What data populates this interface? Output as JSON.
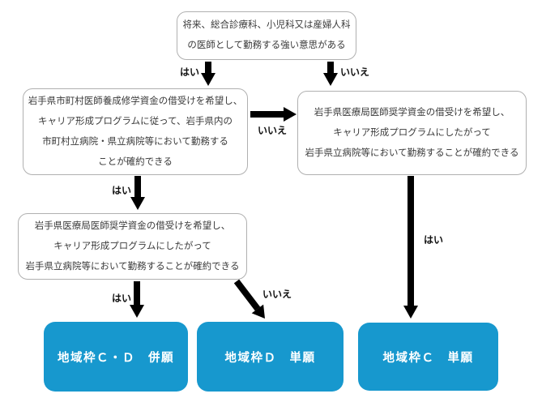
{
  "diagram": {
    "nodes": {
      "top_question": {
        "lines": [
          "将来、総合診療科、小児科又は産婦人科",
          "の医師として勤務する強い意思がある"
        ]
      },
      "left_question": {
        "lines": [
          "岩手県市町村医師養成修学資金の借受けを希望し、",
          "キャリア形成プログラムに従って、岩手県内の",
          "市町村立病院・県立病院等において勤務する",
          "ことが確約できる"
        ]
      },
      "right_question": {
        "lines": [
          "岩手県医療局医師奨学資金の借受けを希望し、",
          "キャリア形成プログラムにしたがって",
          "岩手県立病院等において勤務することが確約できる"
        ]
      },
      "middle_question": {
        "lines": [
          "岩手県医療局医師奨学資金の借受けを希望し、",
          "キャリア形成プログラムにしたがって",
          "岩手県立病院等において勤務することが確約できる"
        ]
      },
      "result_cd": {
        "label": "地域枠Ｃ・Ｄ　併願"
      },
      "result_d": {
        "label": "地域枠Ｄ　単願"
      },
      "result_c": {
        "label": "地域枠Ｃ　単願"
      }
    },
    "edge_labels": {
      "top_yes": "はい",
      "top_no": "いいえ",
      "left_no": "いいえ",
      "left_yes": "はい",
      "middle_yes": "はい",
      "middle_no": "いいえ",
      "right_yes": "はい"
    },
    "colors": {
      "result_blue": "#1798ce",
      "box_border": "#b0b0b0",
      "text": "#3a3a3a",
      "arrow": "#000000"
    }
  }
}
